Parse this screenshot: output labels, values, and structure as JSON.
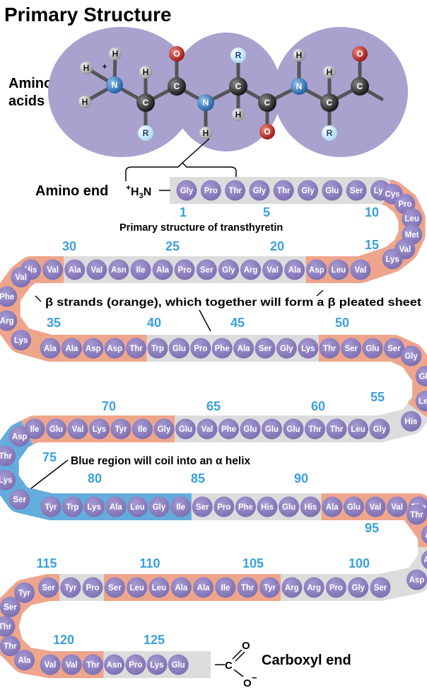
{
  "title": "Primary Structure",
  "amino_acids_label_line1": "Amino",
  "amino_acids_label_line2": "acids",
  "amino_end_label": "Amino end",
  "amino_group_label": {
    "plus": "+",
    "h": "H",
    "sub": "3",
    "n": "N"
  },
  "carboxyl_end_label": "Carboxyl end",
  "carboxyl_o_label": "O",
  "carboxyl_c_label": "C",
  "carboxyl_charge": "−",
  "primary_structure_caption": "Primary structure of transthyretin",
  "beta_caption": "β strands (orange), which together will form a β pleated sheet",
  "alpha_caption": "Blue region will coil into an α helix",
  "molecule_atoms": [
    {
      "id": "h1",
      "symbol": "H",
      "kind": "H"
    },
    {
      "id": "h2",
      "symbol": "H",
      "kind": "H"
    },
    {
      "id": "h3",
      "symbol": "H",
      "kind": "H"
    },
    {
      "id": "plus",
      "symbol": "+",
      "kind": "charge"
    },
    {
      "id": "n1",
      "symbol": "N",
      "kind": "N"
    },
    {
      "id": "ca1",
      "symbol": "C",
      "kind": "C"
    },
    {
      "id": "ha1",
      "symbol": "H",
      "kind": "H"
    },
    {
      "id": "r1",
      "symbol": "R",
      "kind": "R"
    },
    {
      "id": "c1",
      "symbol": "C",
      "kind": "C"
    },
    {
      "id": "o1",
      "symbol": "O",
      "kind": "O"
    },
    {
      "id": "n2",
      "symbol": "N",
      "kind": "N"
    },
    {
      "id": "hn2",
      "symbol": "H",
      "kind": "H"
    },
    {
      "id": "ca2",
      "symbol": "C",
      "kind": "C"
    },
    {
      "id": "r2",
      "symbol": "R",
      "kind": "R"
    },
    {
      "id": "ha2",
      "symbol": "H",
      "kind": "H"
    },
    {
      "id": "c2",
      "symbol": "C",
      "kind": "C"
    },
    {
      "id": "o2",
      "symbol": "O",
      "kind": "O"
    },
    {
      "id": "n3",
      "symbol": "N",
      "kind": "N"
    },
    {
      "id": "hn3",
      "symbol": "H",
      "kind": "H"
    },
    {
      "id": "ca3",
      "symbol": "C",
      "kind": "C"
    },
    {
      "id": "ha3",
      "symbol": "H",
      "kind": "H"
    },
    {
      "id": "r3",
      "symbol": "R",
      "kind": "R"
    },
    {
      "id": "c3",
      "symbol": "C",
      "kind": "C"
    },
    {
      "id": "o3",
      "symbol": "O",
      "kind": "O"
    }
  ],
  "sequence": [
    "Gly",
    "Pro",
    "Thr",
    "Gly",
    "Thr",
    "Gly",
    "Glu",
    "Ser",
    "Lys",
    "Cys",
    "Pro",
    "Leu",
    "Met",
    "Val",
    "Lys",
    "Val",
    "Leu",
    "Asp",
    "Ala",
    "Val",
    "Arg",
    "Gly",
    "Ser",
    "Pro",
    "Ala",
    "Ile",
    "Asn",
    "Val",
    "Ala",
    "Val",
    "His",
    "Val",
    "Phe",
    "Arg",
    "Lys",
    "Ala",
    "Ala",
    "Asp",
    "Asp",
    "Thr",
    "Trp",
    "Glu",
    "Pro",
    "Phe",
    "Ala",
    "Ser",
    "Gly",
    "Lys",
    "Thr",
    "Ser",
    "Glu",
    "Ser",
    "Gly",
    "Glu",
    "Leu",
    "His",
    "Gly",
    "Leu",
    "Thr",
    "Thr",
    "Glu",
    "Glu",
    "Glu",
    "Phe",
    "Val",
    "Glu",
    "Gly",
    "Ile",
    "Tyr",
    "Lys",
    "Val",
    "Glu",
    "Ile",
    "Asp",
    "Thr",
    "Lys",
    "Ser",
    "Tyr",
    "Trp",
    "Lys",
    "Ala",
    "Leu",
    "Gly",
    "Ile",
    "Ser",
    "Pro",
    "Phe",
    "His",
    "Glu",
    "His",
    "Ala",
    "Glu",
    "Val",
    "Val",
    "Phe",
    "Thr",
    "Ala",
    "Asn",
    "Asp",
    "Ser",
    "Gly",
    "Pro",
    "Arg",
    "Arg",
    "Tyr",
    "Thr",
    "Ile",
    "Ala",
    "Ala",
    "Leu",
    "Leu",
    "Ser",
    "Pro",
    "Tyr",
    "Ser",
    "Tyr",
    "Ser",
    "Thr",
    "Thr",
    "Ala",
    "Val",
    "Val",
    "Thr",
    "Asn",
    "Pro",
    "Lys",
    "Glu"
  ],
  "position_numbers": [
    "1",
    "5",
    "10",
    "15",
    "20",
    "25",
    "30",
    "35",
    "40",
    "45",
    "50",
    "55",
    "60",
    "65",
    "70",
    "75",
    "80",
    "85",
    "90",
    "95",
    "100",
    "105",
    "110",
    "115",
    "120",
    "125"
  ],
  "segments": [
    {
      "from": 1,
      "to": 9,
      "type": "coil"
    },
    {
      "from": 10,
      "to": 18,
      "type": "beta"
    },
    {
      "from": 19,
      "to": 29,
      "type": "coil"
    },
    {
      "from": 30,
      "to": 40,
      "type": "beta"
    },
    {
      "from": 41,
      "to": 48,
      "type": "coil"
    },
    {
      "from": 49,
      "to": 51,
      "type": "beta"
    },
    {
      "from": 52,
      "to": 55,
      "type": "beta"
    },
    {
      "from": 56,
      "to": 66,
      "type": "coil"
    },
    {
      "from": 67,
      "to": 73,
      "type": "beta"
    },
    {
      "from": 74,
      "to": 84,
      "type": "helix"
    },
    {
      "from": 85,
      "to": 90,
      "type": "coil"
    },
    {
      "from": 91,
      "to": 97,
      "type": "beta"
    },
    {
      "from": 98,
      "to": 104,
      "type": "coil"
    },
    {
      "from": 105,
      "to": 112,
      "type": "beta"
    },
    {
      "from": 113,
      "to": 114,
      "type": "coil"
    },
    {
      "from": 115,
      "to": 123,
      "type": "beta"
    },
    {
      "from": 124,
      "to": 127,
      "type": "coil"
    }
  ],
  "colors": {
    "coil": "#dcdcdc",
    "beta": "#eea58c",
    "helix": "#63acdc",
    "residue": "#8c7fbd",
    "residue_text": "#ffffff",
    "number": "#3aa0dd",
    "molecule_bg": "#a9a2cf",
    "atom_N": "#2e73b8",
    "atom_O": "#c8201c",
    "atom_C": "#2b2b2b",
    "atom_H": "#cfcfcf",
    "atom_R": "#cfe9f8"
  }
}
